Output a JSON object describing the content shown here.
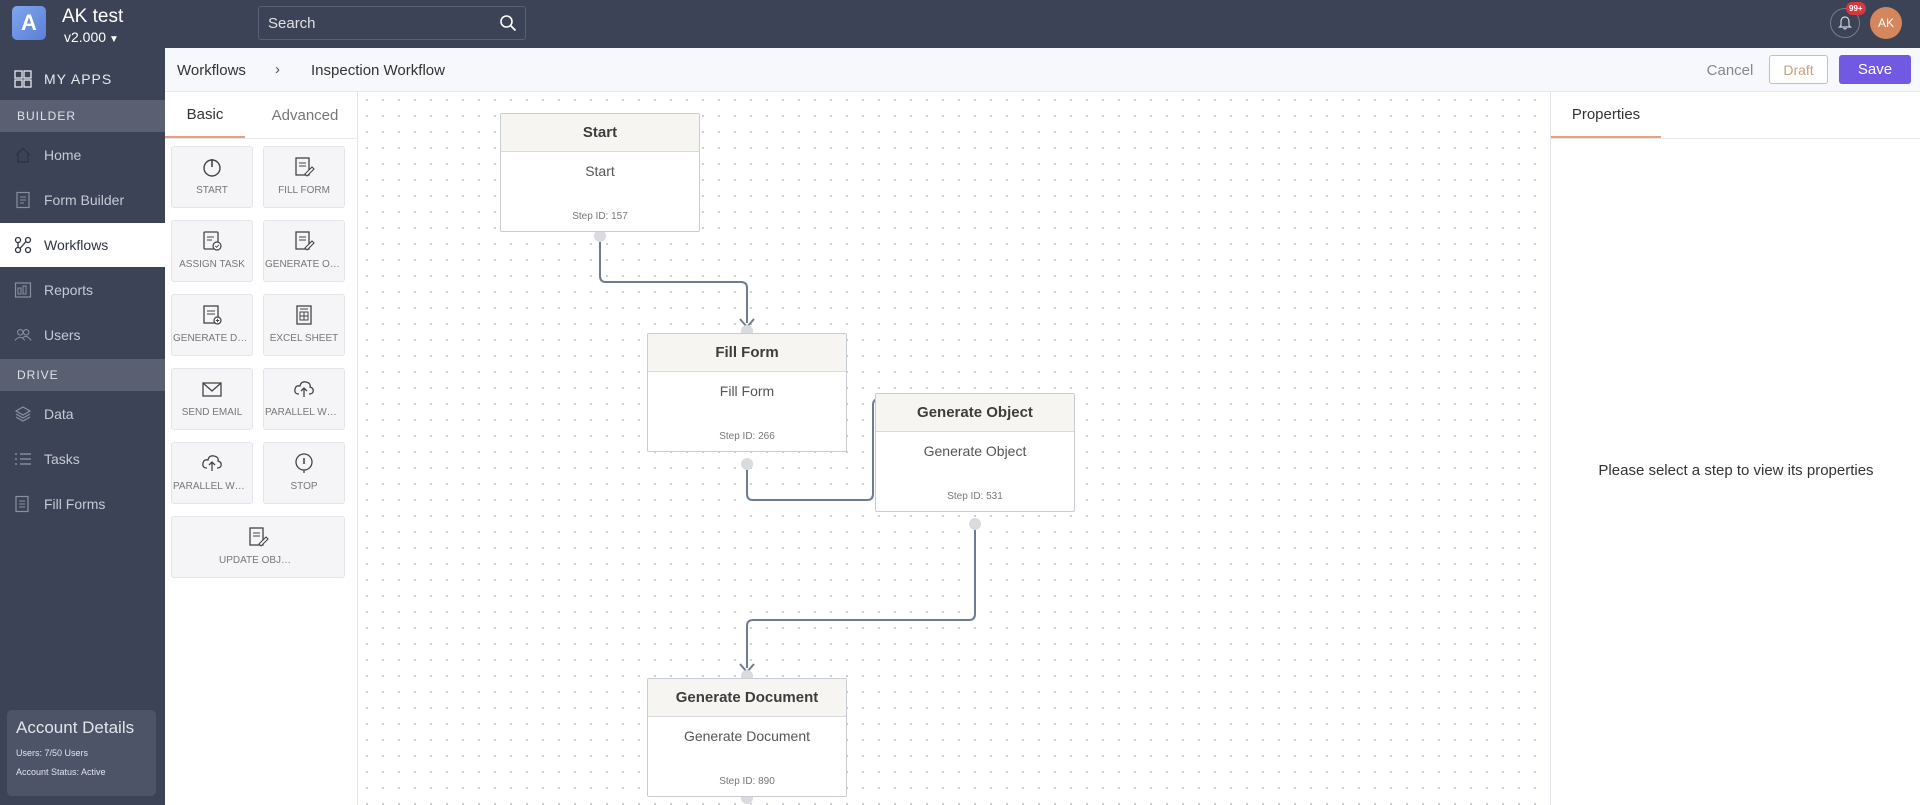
{
  "app": {
    "logo_letter": "A",
    "title": "AK test",
    "version": "v2.000"
  },
  "search": {
    "placeholder": "Search"
  },
  "notifications": {
    "badge": "99+"
  },
  "user": {
    "initials": "AK"
  },
  "sidebar": {
    "my_apps": "MY APPS",
    "builder_label": "BUILDER",
    "drive_label": "DRIVE",
    "builder_items": [
      {
        "label": "Home",
        "icon": "home-icon"
      },
      {
        "label": "Form Builder",
        "icon": "form-icon"
      },
      {
        "label": "Workflows",
        "icon": "workflow-icon"
      },
      {
        "label": "Reports",
        "icon": "reports-icon"
      },
      {
        "label": "Users",
        "icon": "users-icon"
      }
    ],
    "drive_items": [
      {
        "label": "Data",
        "icon": "data-icon"
      },
      {
        "label": "Tasks",
        "icon": "tasks-icon"
      },
      {
        "label": "Fill Forms",
        "icon": "fill-forms-icon"
      }
    ],
    "active": "Workflows"
  },
  "account": {
    "title": "Account Details",
    "users": "Users: 7/50 Users",
    "status": "Account Status: Active"
  },
  "breadcrumb": {
    "root": "Workflows",
    "separator": "›",
    "current": "Inspection Workflow"
  },
  "actions": {
    "cancel": "Cancel",
    "draft": "Draft",
    "save": "Save"
  },
  "palette": {
    "tabs": {
      "basic": "Basic",
      "advanced": "Advanced"
    },
    "items": [
      {
        "label": "START",
        "icon": "power-icon"
      },
      {
        "label": "FILL FORM",
        "icon": "edit-doc-icon"
      },
      {
        "label": "ASSIGN TASK",
        "icon": "assign-task-icon"
      },
      {
        "label": "GENERATE OBJECT",
        "icon": "generate-object-icon"
      },
      {
        "label": "GENERATE DOC",
        "icon": "generate-doc-icon"
      },
      {
        "label": "EXCEL SHEET",
        "icon": "excel-sheet-icon"
      },
      {
        "label": "SEND EMAIL",
        "icon": "envelope-icon"
      },
      {
        "label": "PARALLEL WORKFLOW",
        "icon": "cloud-upload-icon"
      },
      {
        "label": "PARALLEL WORKFLOW",
        "icon": "cloud-upload-icon"
      },
      {
        "label": "STOP",
        "icon": "stop-icon"
      },
      {
        "label": "UPDATE OBJECT",
        "icon": "update-object-icon"
      }
    ]
  },
  "workflow": {
    "nodes": [
      {
        "title": "Start",
        "body": "Start",
        "step_id": "Step ID: 157"
      },
      {
        "title": "Fill Form",
        "body": "Fill Form",
        "step_id": "Step ID: 266"
      },
      {
        "title": "Generate Object",
        "body": "Generate Object",
        "step_id": "Step ID: 531"
      },
      {
        "title": "Generate Document",
        "body": "Generate Document",
        "step_id": "Step ID: 890"
      }
    ]
  },
  "properties": {
    "tab": "Properties",
    "empty_message": "Please select a step to view its properties"
  },
  "colors": {
    "sidebar_bg": "#3d4356",
    "accent": "#7259e2",
    "tab_underline": "#e8a07a",
    "badge": "#d9373c",
    "avatar": "#d6865c"
  }
}
